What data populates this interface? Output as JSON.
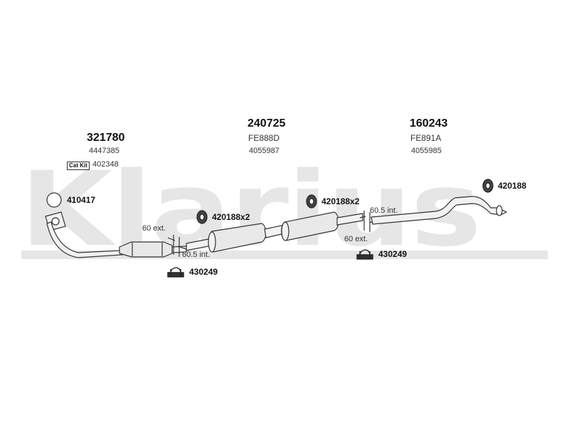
{
  "watermark": "Klarius",
  "parts": {
    "front_pipe": {
      "number": "321780",
      "ref": "4447385",
      "cat_kit_label": "Cat Kit",
      "cat_kit_ref": "402348"
    },
    "centre_box": {
      "number": "240725",
      "code": "FE888D",
      "ref": "4055987"
    },
    "rear_box": {
      "number": "160243",
      "code": "FE891A",
      "ref": "4055985"
    }
  },
  "fittings": {
    "gasket": "410417",
    "mount_left": "420188x2",
    "mount_mid": "420188x2",
    "mount_right": "420188",
    "clamp_left": "430249",
    "clamp_right": "430249"
  },
  "joints": {
    "left_ext": "60 ext.",
    "left_int": "60.5 int.",
    "right_int": "60.5 int.",
    "right_ext": "60 ext."
  }
}
